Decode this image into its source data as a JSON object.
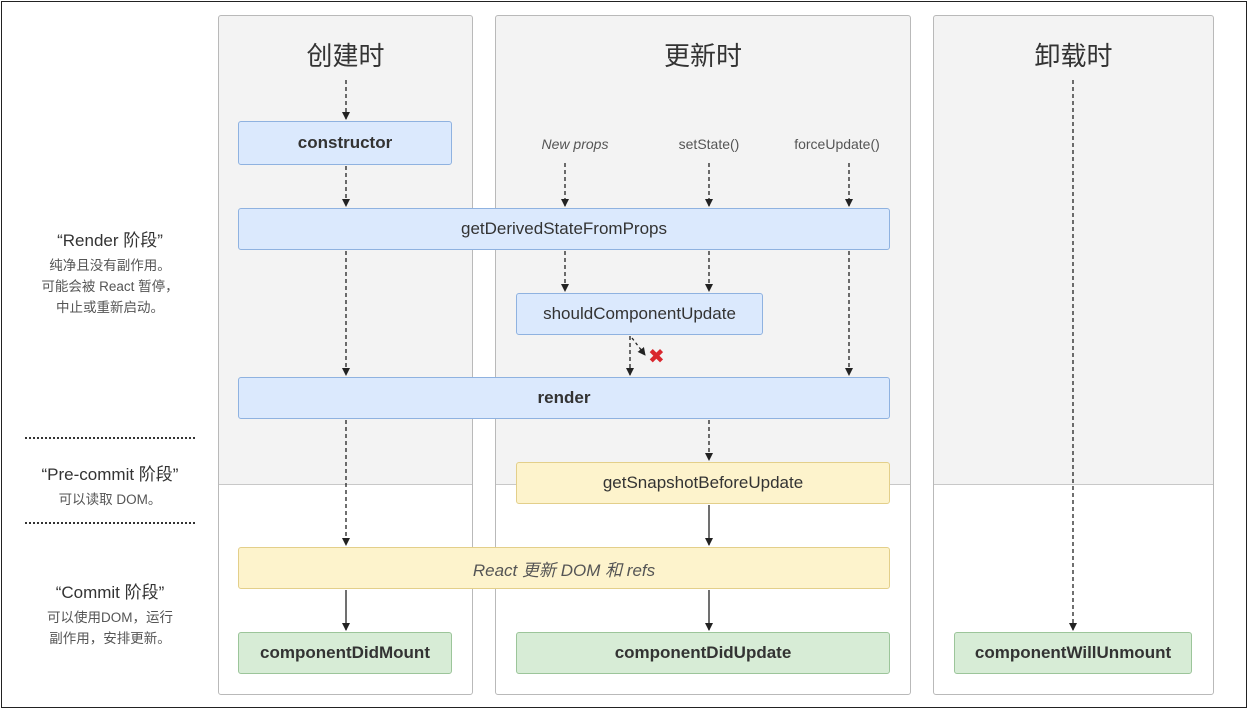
{
  "columns": {
    "mount": {
      "title": "创建时"
    },
    "update": {
      "title": "更新时"
    },
    "unmount": {
      "title": "卸载时"
    }
  },
  "phases": {
    "render": {
      "title": "“Render 阶段”",
      "desc_lines": [
        "纯净且没有副作用。",
        "可能会被 React 暂停，",
        "中止或重新启动。"
      ]
    },
    "precommit": {
      "title": "“Pre-commit 阶段”",
      "desc_lines": [
        "可以读取 DOM。"
      ]
    },
    "commit": {
      "title": "“Commit 阶段”",
      "desc_lines": [
        "可以使用DOM，运行",
        "副作用，安排更新。"
      ]
    }
  },
  "triggers": {
    "new_props": "New props",
    "set_state": "setState()",
    "force_update": "forceUpdate()"
  },
  "methods": {
    "constructor": "constructor",
    "get_derived_state": "getDerivedStateFromProps",
    "should_component_update": "shouldComponentUpdate",
    "render": "render",
    "get_snapshot": "getSnapshotBeforeUpdate",
    "react_updates_dom": "React 更新 DOM 和 refs",
    "component_did_mount": "componentDidMount",
    "component_did_update": "componentDidUpdate",
    "component_will_unmount": "componentWillUnmount"
  },
  "icons": {
    "cancel": "✖"
  },
  "colors": {
    "render_box": "#dbe9fd",
    "precommit_box": "#fdf3cc",
    "commit_box": "#d7ecd6",
    "cancel": "#d9272e"
  }
}
